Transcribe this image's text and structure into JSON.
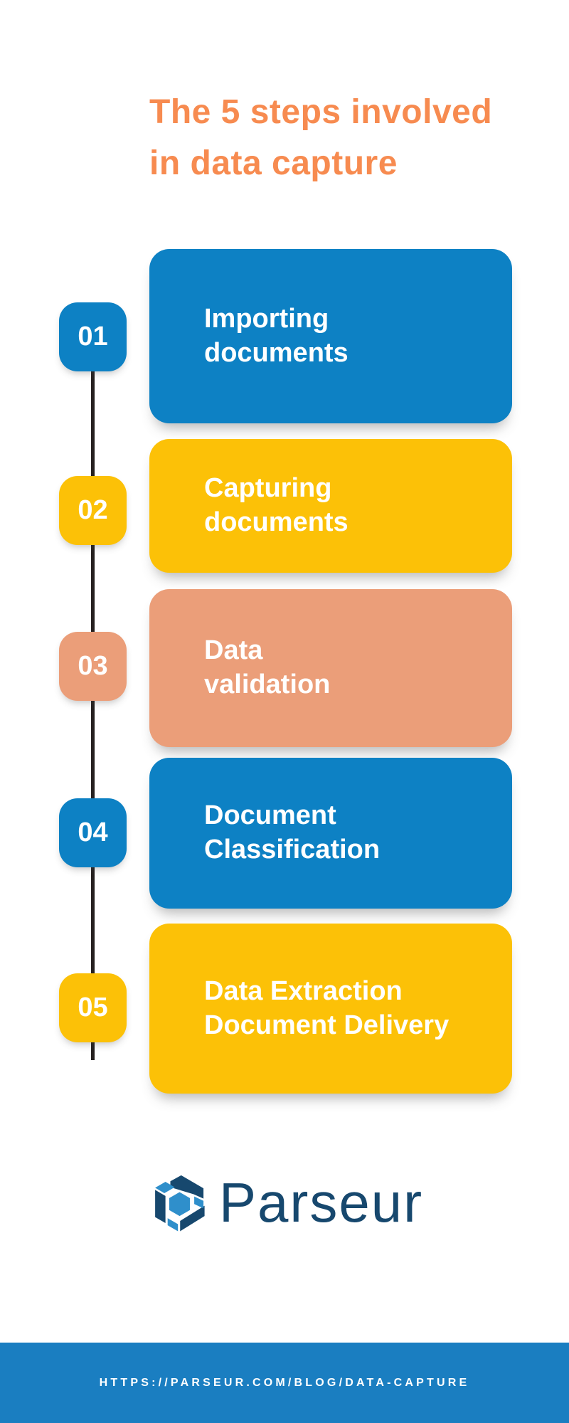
{
  "title": {
    "line1": "The 5 steps involved",
    "line2": "in data capture"
  },
  "steps": [
    {
      "number": "01",
      "line1": "Importing",
      "line2": "documents",
      "color": "#0d81c4"
    },
    {
      "number": "02",
      "line1": "Capturing",
      "line2": "documents",
      "color": "#fcc107"
    },
    {
      "number": "03",
      "line1": "Data",
      "line2": "validation",
      "color": "#eb9e79"
    },
    {
      "number": "04",
      "line1": "Document",
      "line2": "Classification",
      "color": "#0d81c4"
    },
    {
      "number": "05",
      "line1": "Data Extraction",
      "line2": "Document Delivery",
      "color": "#fcc107"
    }
  ],
  "logo": {
    "text": "Parseur",
    "icon": "parseur-cube-icon",
    "navy": "#17486e",
    "light_blue": "#2f8fcb"
  },
  "footer": {
    "url": "HTTPS://PARSEUR.COM/BLOG/DATA-CAPTURE",
    "background": "#1a7ec1"
  },
  "colors": {
    "title_orange": "#f78b50",
    "card_blue": "#0d81c4",
    "card_yellow": "#fcc107",
    "card_salmon": "#eb9e79",
    "timeline": "#262120",
    "background": "#ffffff"
  }
}
